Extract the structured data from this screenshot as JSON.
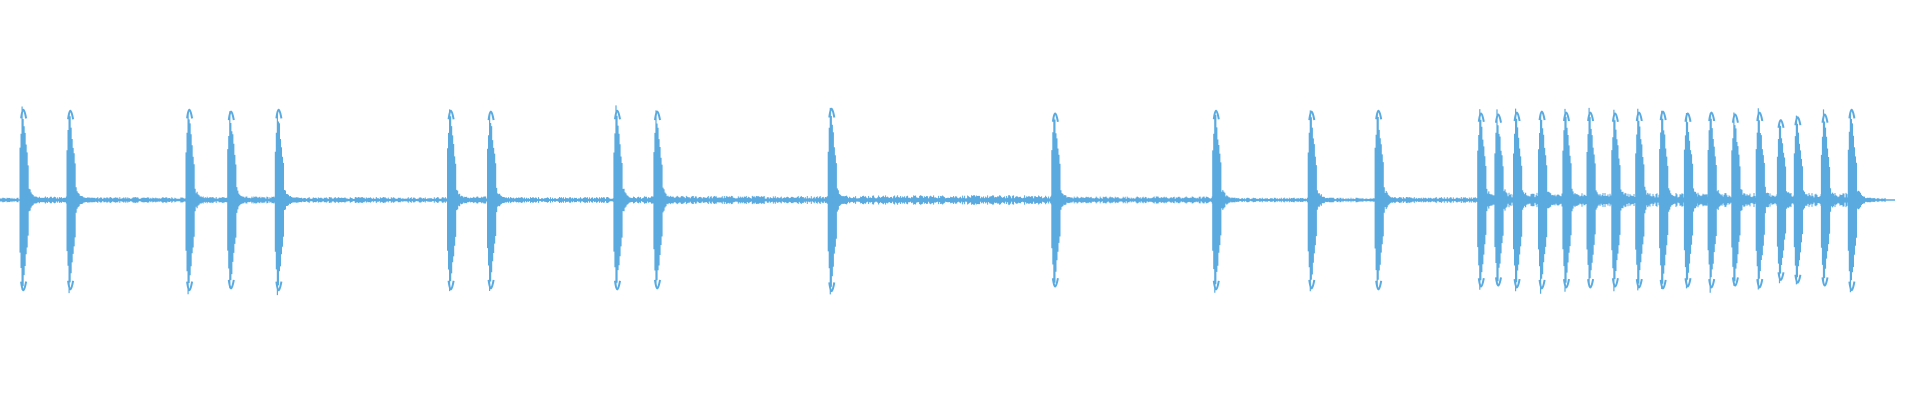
{
  "waveform": {
    "color": "#5aaae0",
    "background": "#ffffff",
    "clicks": [
      {
        "t": 0.0122,
        "amp": 0.96
      },
      {
        "t": 0.037,
        "amp": 0.95
      },
      {
        "t": 0.0998,
        "amp": 0.96
      },
      {
        "t": 0.1218,
        "amp": 0.94
      },
      {
        "t": 0.1469,
        "amp": 0.96
      },
      {
        "t": 0.2378,
        "amp": 0.95
      },
      {
        "t": 0.2589,
        "amp": 0.94
      },
      {
        "t": 0.3256,
        "amp": 0.95
      },
      {
        "t": 0.3467,
        "amp": 0.94
      },
      {
        "t": 0.4387,
        "amp": 0.97
      },
      {
        "t": 0.5567,
        "amp": 0.92
      },
      {
        "t": 0.6416,
        "amp": 0.95
      },
      {
        "t": 0.692,
        "amp": 0.94
      },
      {
        "t": 0.7273,
        "amp": 0.95
      },
      {
        "t": 0.7814,
        "amp": 0.92
      },
      {
        "t": 0.7905,
        "amp": 0.91
      },
      {
        "t": 0.8003,
        "amp": 0.93
      },
      {
        "t": 0.8135,
        "amp": 0.94
      },
      {
        "t": 0.8264,
        "amp": 0.93
      },
      {
        "t": 0.8391,
        "amp": 0.93
      },
      {
        "t": 0.8522,
        "amp": 0.92
      },
      {
        "t": 0.8648,
        "amp": 0.93
      },
      {
        "t": 0.8774,
        "amp": 0.94
      },
      {
        "t": 0.8905,
        "amp": 0.92
      },
      {
        "t": 0.903,
        "amp": 0.93
      },
      {
        "t": 0.9155,
        "amp": 0.91
      },
      {
        "t": 0.9284,
        "amp": 0.93
      },
      {
        "t": 0.9396,
        "amp": 0.85
      },
      {
        "t": 0.9485,
        "amp": 0.88
      },
      {
        "t": 0.9628,
        "amp": 0.91
      },
      {
        "t": 0.977,
        "amp": 0.96
      }
    ],
    "noise": [
      {
        "from": 0.0,
        "to": 0.01,
        "level": 0.02
      },
      {
        "from": 0.015,
        "to": 0.036,
        "level": 0.03
      },
      {
        "from": 0.04,
        "to": 0.099,
        "level": 0.025
      },
      {
        "from": 0.103,
        "to": 0.121,
        "level": 0.03
      },
      {
        "from": 0.125,
        "to": 0.146,
        "level": 0.03
      },
      {
        "from": 0.15,
        "to": 0.237,
        "level": 0.025
      },
      {
        "from": 0.241,
        "to": 0.258,
        "level": 0.03
      },
      {
        "from": 0.262,
        "to": 0.325,
        "level": 0.025
      },
      {
        "from": 0.329,
        "to": 0.346,
        "level": 0.03
      },
      {
        "from": 0.35,
        "to": 0.438,
        "level": 0.035
      },
      {
        "from": 0.442,
        "to": 0.556,
        "level": 0.04
      },
      {
        "from": 0.56,
        "to": 0.641,
        "level": 0.03
      },
      {
        "from": 0.645,
        "to": 0.691,
        "level": 0.02
      },
      {
        "from": 0.695,
        "to": 0.727,
        "level": 0.02
      },
      {
        "from": 0.73,
        "to": 0.781,
        "level": 0.025
      },
      {
        "from": 0.781,
        "to": 0.98,
        "level": 0.06
      },
      {
        "from": 0.98,
        "to": 0.995,
        "level": 0.02
      }
    ]
  }
}
